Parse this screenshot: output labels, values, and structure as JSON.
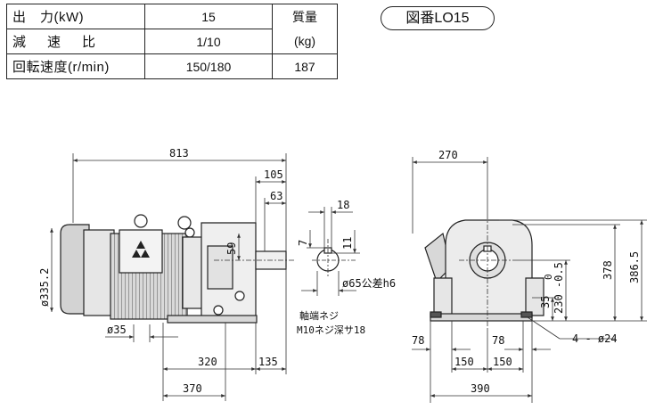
{
  "spec_table": {
    "output_label": "出　力(kW)",
    "output_value": "15",
    "ratio_label": "減速比",
    "ratio_value": "1/10",
    "speed_label": "回転速度(r/min)",
    "speed_value": "150/180",
    "mass_label": "質量",
    "mass_unit": "(kg)",
    "mass_value": "187"
  },
  "figure_number": "図番LO15",
  "side_view": {
    "overall_length": "813",
    "shaft_extension": "105",
    "shaft_length": "63",
    "center_offset": "59",
    "motor_diameter": "ø335.2",
    "shaft_dia_label": "ø35",
    "base_length": "320",
    "end_length": "135",
    "total_base": "370"
  },
  "shaft_detail": {
    "key_width": "18",
    "key_depth": "7",
    "key_height": "11",
    "shaft_dia": "ø65公差h6",
    "note_line1": "軸端ネジ",
    "note_line2": "M10ネジ深サ18"
  },
  "front_view": {
    "width_top": "270",
    "height_total": "386.5",
    "center_height": "378",
    "shaft_height": "230 -0.5",
    "tol_upper": "0",
    "base_thickness": "35",
    "foot_left": "78",
    "foot_right": "78",
    "bolt_half_left": "150",
    "bolt_half_right": "150",
    "base_width": "390",
    "bolt_holes": "4 - ø24"
  }
}
